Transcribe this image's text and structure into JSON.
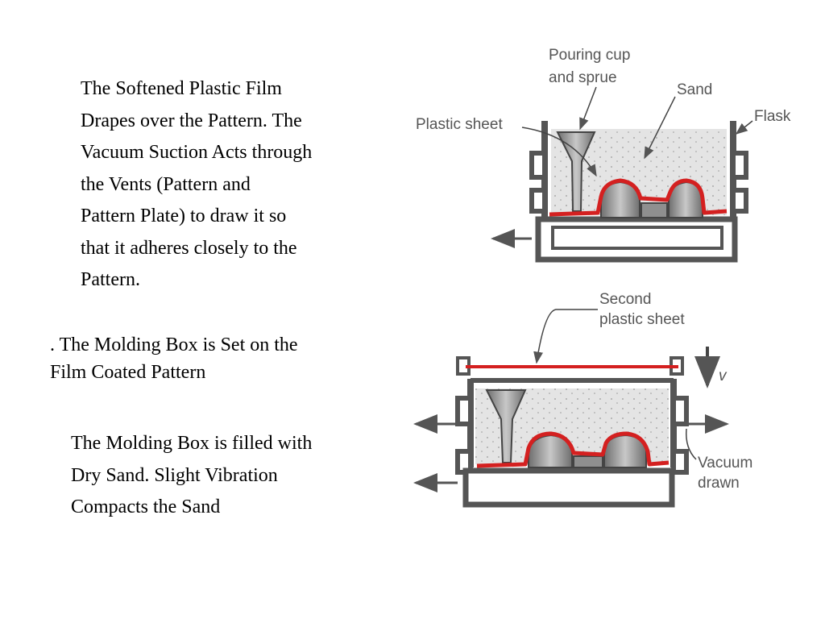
{
  "paragraphs": [
    {
      "lines": [
        "The Softened Plastic Film",
        "Drapes over the Pattern. The",
        "Vacuum Suction Acts through",
        "the Vents (Pattern and",
        "Pattern Plate) to draw it so",
        "that it adheres closely to the",
        "Pattern."
      ]
    },
    {
      "lines": [
        ".   The Molding Box is Set on the",
        "Film Coated Pattern"
      ]
    },
    {
      "lines": [
        "The Molding Box is filled with",
        "Dry Sand. Slight Vibration",
        "Compacts the Sand"
      ]
    }
  ],
  "diagram": {
    "labels": {
      "pouring_cup_1": "Pouring cup",
      "pouring_cup_2": "and sprue",
      "sand": "Sand",
      "plastic_sheet": "Plastic sheet",
      "flask": "Flask",
      "second_sheet_1": "Second",
      "second_sheet_2": "plastic sheet",
      "velocity": "v",
      "vacuum_1": "Vacuum",
      "vacuum_2": "drawn"
    },
    "colors": {
      "film": "#d42020",
      "frame": "#555555",
      "sand": "#e4e4e4",
      "pattern": "#8f8f8f"
    }
  }
}
